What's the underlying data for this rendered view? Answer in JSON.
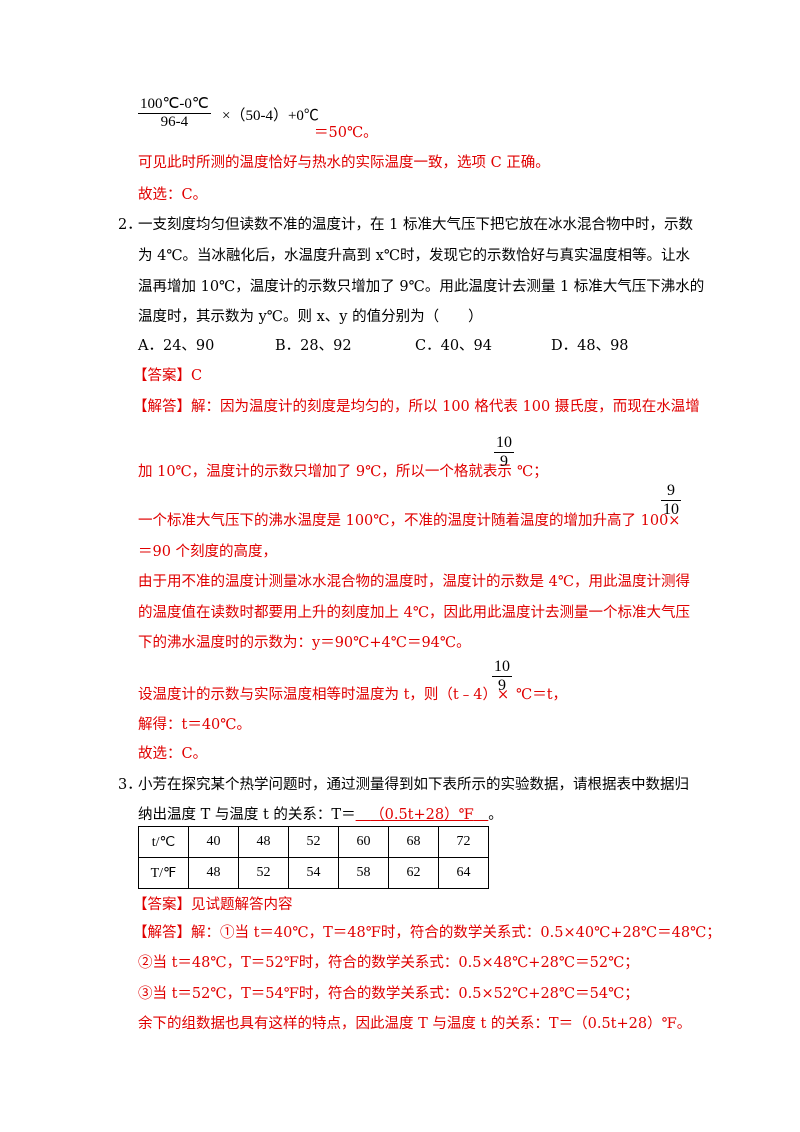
{
  "top": {
    "frac_num": "100℃-0℃",
    "frac_den": "96-4",
    "frac_rest": "×（50-4）+0℃",
    "result": "＝50℃。",
    "line1": "可见此时所测的温度恰好与热水的实际温度一致，选项 C 正确。",
    "line2": "故选：C。"
  },
  "q2": {
    "num": "2．",
    "l1": "一支刻度均匀但读数不准的温度计，在 1 标准大气压下把它放在冰水混合物中时，示数",
    "l2": "为 4℃。当冰融化后，水温度升高到 x℃时，发现它的示数恰好与真实温度相等。让水",
    "l3": "温再增加 10℃，温度计的示数只增加了 9℃。用此温度计去测量 1 标准大气压下沸水的",
    "l4": "温度时，其示数为 y℃。则 x、y 的值分别为（　　）",
    "options": [
      "A．24、90",
      "B．28、92",
      "C．40、94",
      "D．48、98"
    ],
    "answer": "【答案】C",
    "sol1_label": "【解答】",
    "sol1": "解：因为温度计的刻度是均匀的，所以 100 格代表 100 摄氏度，而现在水温增",
    "sol2a": "加 10℃，温度计的示数只增加了 9℃，所以一个格就表示",
    "frac1_num": "10",
    "frac1_den": "9",
    "sol2b": "℃；",
    "sol3": "一个标准大气压下的沸水温度是 100℃，不准的温度计随着温度的增加升高了 100×",
    "frac2_num": "9",
    "frac2_den": "10",
    "sol4": "＝90 个刻度的高度，",
    "sol5": "由于用不准的温度计测量冰水混合物的温度时，温度计的示数是 4℃，用此温度计测得",
    "sol6": "的温度值在读数时都要用上升的刻度加上 4℃，因此用此温度计去测量一个标准大气压",
    "sol7": "下的沸水温度时的示数为：y＝90℃+4℃＝94℃。",
    "sol8a": "设温度计的示数与实际温度相等时温度为 t，则（t﹣4）×",
    "frac3_num": "10",
    "frac3_den": "9",
    "sol8b": "℃＝t，",
    "sol9": "解得：t＝40℃。",
    "sol10": "故选：C。"
  },
  "q3": {
    "num": "3．",
    "l1": "小芳在探究某个热学问题时，通过测量得到如下表所示的实验数据，请根据表中数据归",
    "l2a": "纳出温度 T 与温度 t 的关系：T＝",
    "l2b": "（0.5t+28）℉",
    "l2c": "。",
    "table": {
      "row1": [
        "t/℃",
        "40",
        "48",
        "52",
        "60",
        "68",
        "72"
      ],
      "row2": [
        "T/℉",
        "48",
        "52",
        "54",
        "58",
        "62",
        "64"
      ]
    },
    "answer": "【答案】见试题解答内容",
    "sol1_label": "【解答】",
    "sol1": "解：①当 t＝40℃，T＝48℉时，符合的数学关系式：0.5×40℃+28℃＝48℃；",
    "sol2": "②当 t＝48℃，T＝52℉时，符合的数学关系式：0.5×48℃+28℃＝52℃；",
    "sol3": "③当 t＝52℃，T＝54℉时，符合的数学关系式：0.5×52℃+28℃＝54℃；",
    "sol4": "余下的组数据也具有这样的特点，因此温度 T 与温度 t 的关系：T＝（0.5t+28）℉。"
  }
}
